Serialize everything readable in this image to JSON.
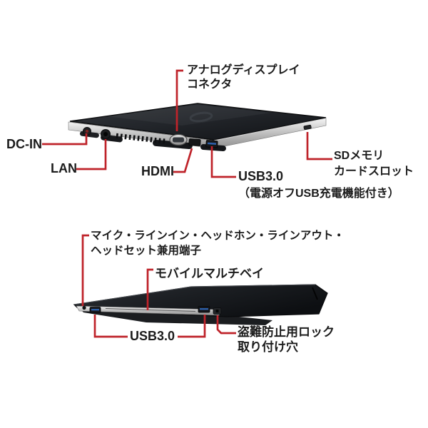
{
  "accent": {
    "leader_red": "#bf232a",
    "text_color": "#1b1b1b",
    "background": "#ffffff",
    "laptop_dark": "#1a1c20",
    "laptop_silver": "#c9c9c9",
    "usb_blue": "#2d5fa8"
  },
  "top_view": {
    "analog_display_label": {
      "line1": "アナログディスプレイ",
      "line2": "コネクタ"
    },
    "dc_in_label": "DC-IN",
    "lan_label": "LAN",
    "hdmi_label": "HDMI",
    "usb3_label": "USB3.0",
    "usb3_note": "（電源オフUSB充電機能付き）",
    "sd_label": {
      "line1": "SDメモリ",
      "line2": "カードスロット"
    }
  },
  "bottom_view": {
    "audio_label": {
      "line1": "マイク・ラインイン・ヘッドホン・ラインアウト・",
      "line2": "ヘッドセット兼用端子"
    },
    "mobile_bay_label": "モバイルマルチベイ",
    "usb3_label": "USB3.0",
    "lock_label": {
      "line1": "盗難防止用ロック",
      "line2": "取り付け穴"
    }
  }
}
